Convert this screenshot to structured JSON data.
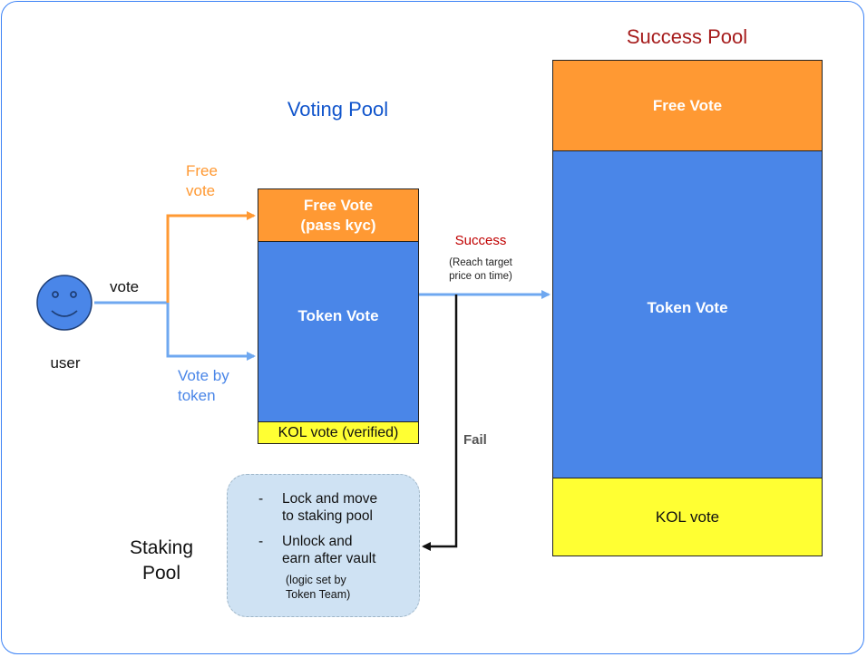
{
  "user": {
    "label": "user"
  },
  "labels": {
    "voting_pool_title": "Voting Pool",
    "success_pool_title": "Success Pool",
    "vote": "vote",
    "free_vote_line1": "Free",
    "free_vote_line2": "vote",
    "vote_by_token_line1": "Vote by",
    "vote_by_token_line2": "token",
    "success": "Success",
    "success_note_line1": "(Reach target",
    "success_note_line2": "price on time)",
    "fail": "Fail",
    "staking_pool_line1": "Staking",
    "staking_pool_line2": "Pool"
  },
  "voting_pool": {
    "free_vote_line1": "Free Vote",
    "free_vote_line2": "(pass kyc)",
    "token_vote": "Token Vote",
    "kol_vote": "KOL vote (verified)"
  },
  "success_pool": {
    "free_vote": "Free Vote",
    "token_vote": "Token Vote",
    "kol_vote": "KOL vote"
  },
  "staking_note": {
    "item1_line1": "Lock and move",
    "item1_line2": "to staking pool",
    "item2_line1": "Unlock and",
    "item2_line2": "earn after vault",
    "item2_sub1": "(logic set by",
    "item2_sub2": "Token Team)",
    "bullet": "-"
  },
  "colors": {
    "orange": "#ff9933",
    "blue": "#4a86e8",
    "yellow": "#ffff33",
    "success_red": "#c00000",
    "fail_gray": "#555555",
    "title_blue": "#1155cc",
    "light_blue_arrow": "#6fa8f0",
    "note_bg": "#cfe2f3"
  }
}
